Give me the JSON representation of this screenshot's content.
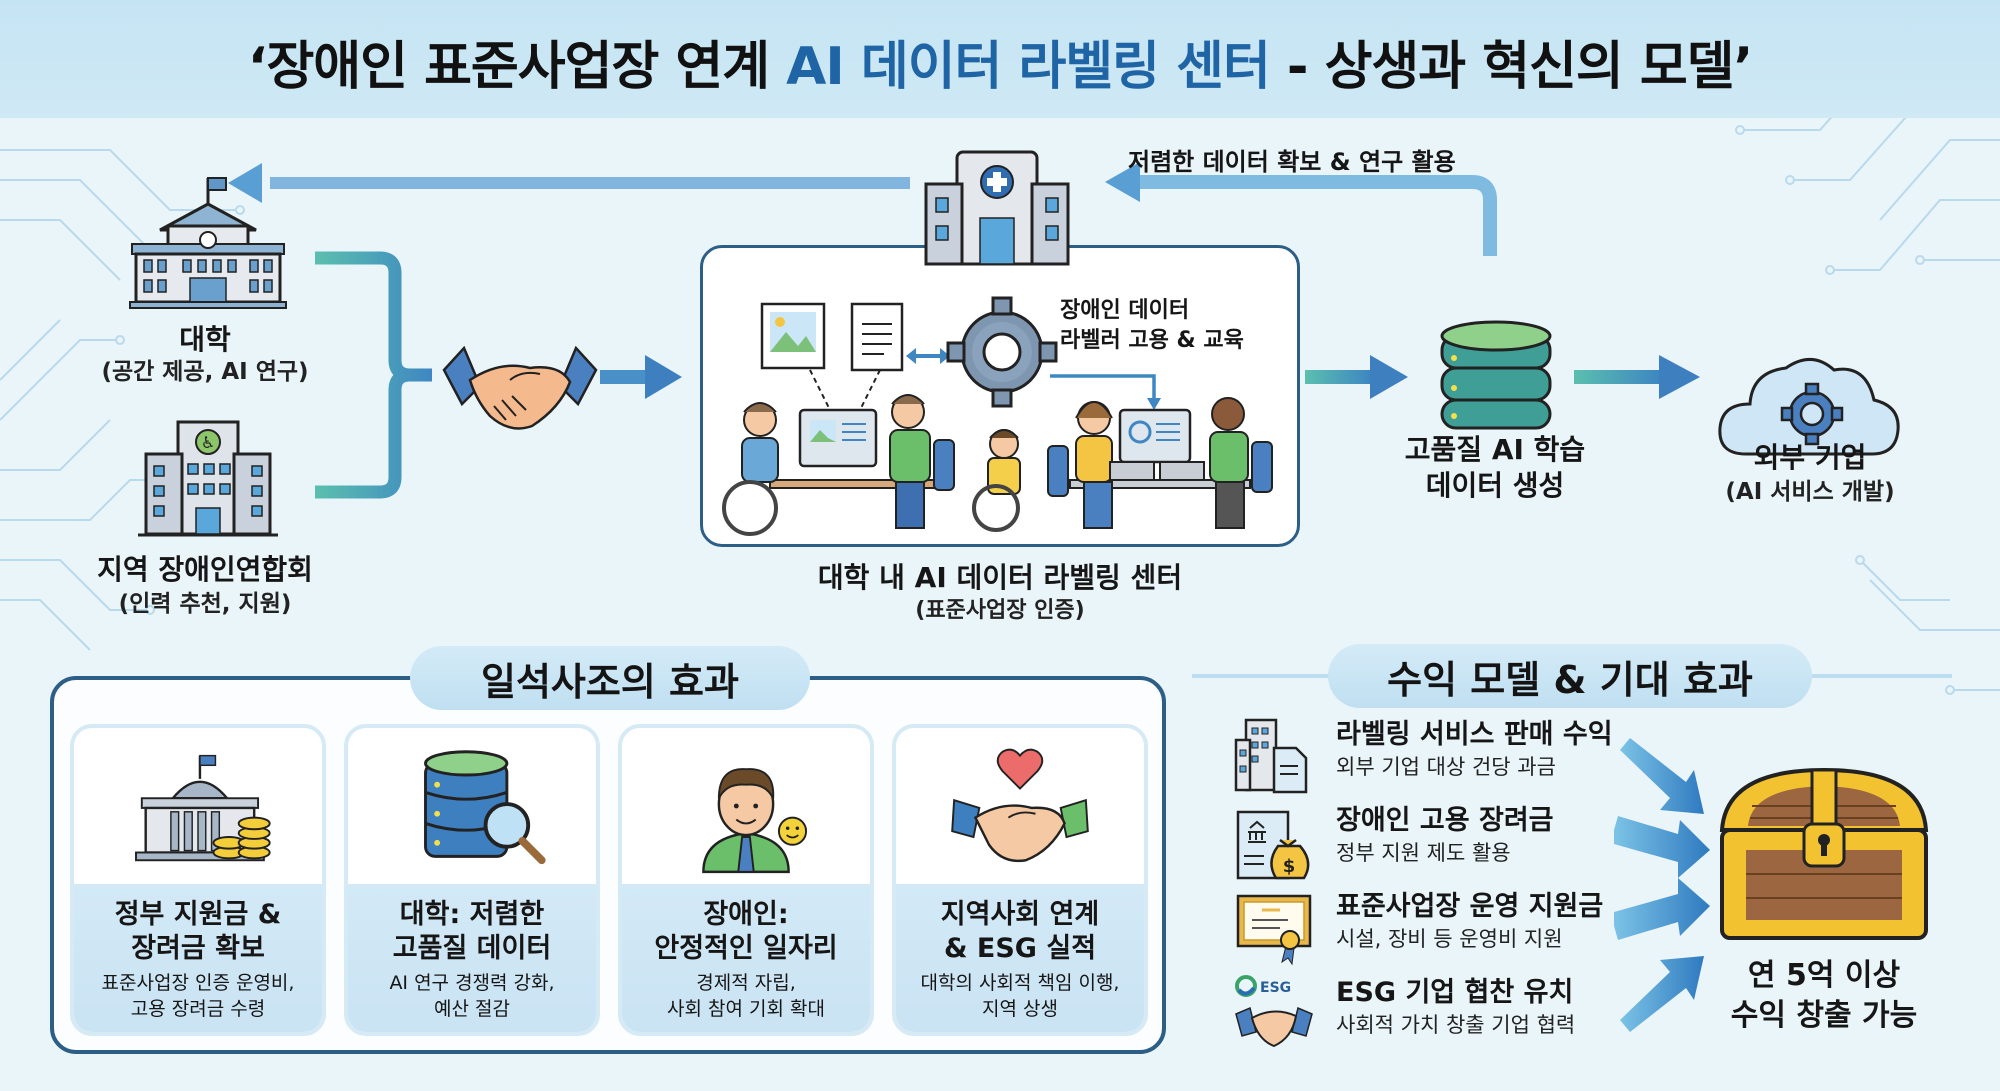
{
  "title": {
    "part1": "‘장애인 표준사업장 연계 ",
    "highlight": "AI 데이터 라벨링 센터",
    "part2": " - 상생과 혁신의 모델’"
  },
  "colors": {
    "title_highlight": "#1f64a4",
    "frame_border": "#2d5f86",
    "arrow_blue": "#4a90c8",
    "arrow_teal": "#4bb3a8",
    "pill_bg": "#c7e3f3"
  },
  "flow": {
    "university": {
      "name": "대학",
      "sub": "(공간 제공, AI 연구)"
    },
    "association": {
      "name": "지역 장애인연합회",
      "sub": "(인력 추천, 지원)"
    },
    "feedback_label": "저렴한 데이터 확보 & 연구 활용",
    "center": {
      "inner_label_line1": "장애인 데이터",
      "inner_label_line2": "라벨러 고용 & 교육",
      "name": "대학 내 AI 데이터 라벨링 센터",
      "sub": "(표준사업장 인증)"
    },
    "data": {
      "line1": "고품질 AI 학습",
      "line2": "데이터 생성"
    },
    "company": {
      "name": "외부 기업",
      "sub": "(AI 서비스 개발)"
    }
  },
  "benefits": {
    "heading": "일석사조의 효과",
    "cards": [
      {
        "icon": "government-coins-icon",
        "title1": "정부 지원금 &",
        "title2": "장려금 확보",
        "desc1": "표준사업장 인증 운영비,",
        "desc2": "고용 장려금 수령"
      },
      {
        "icon": "database-search-icon",
        "title1": "대학: 저렴한",
        "title2": "고품질 데이터",
        "desc1": "AI 연구 경쟁력 강화,",
        "desc2": "예산 절감"
      },
      {
        "icon": "happy-worker-icon",
        "title1": "장애인:",
        "title2": "안정적인 일자리",
        "desc1": "경제적 자립,",
        "desc2": "사회 참여 기회 확대"
      },
      {
        "icon": "handshake-heart-icon",
        "title1": "지역사회 연계",
        "title2": "& ESG 실적",
        "desc1": "대학의 사회적 책임 이행,",
        "desc2": "지역 상생"
      }
    ]
  },
  "revenue": {
    "heading": "수익 모델 & 기대 효과",
    "items": [
      {
        "icon": "building-document-icon",
        "title": "라벨링 서비스 판매 수익",
        "desc": "외부 기업 대상 건당 과금"
      },
      {
        "icon": "money-bag-document-icon",
        "title": "장애인 고용 장려금",
        "desc": "정부 지원 제도 활용"
      },
      {
        "icon": "certificate-icon",
        "title": "표준사업장 운영 지원금",
        "desc": "시설, 장비 등 운영비 지원"
      },
      {
        "icon": "esg-handshake-icon",
        "title": "ESG 기업 협찬 유치",
        "desc": "사회적 가치 창출 기업 협력",
        "badge": "ESG"
      }
    ],
    "result_line1": "연 5억 이상",
    "result_line2": "수익 창출 가능"
  }
}
